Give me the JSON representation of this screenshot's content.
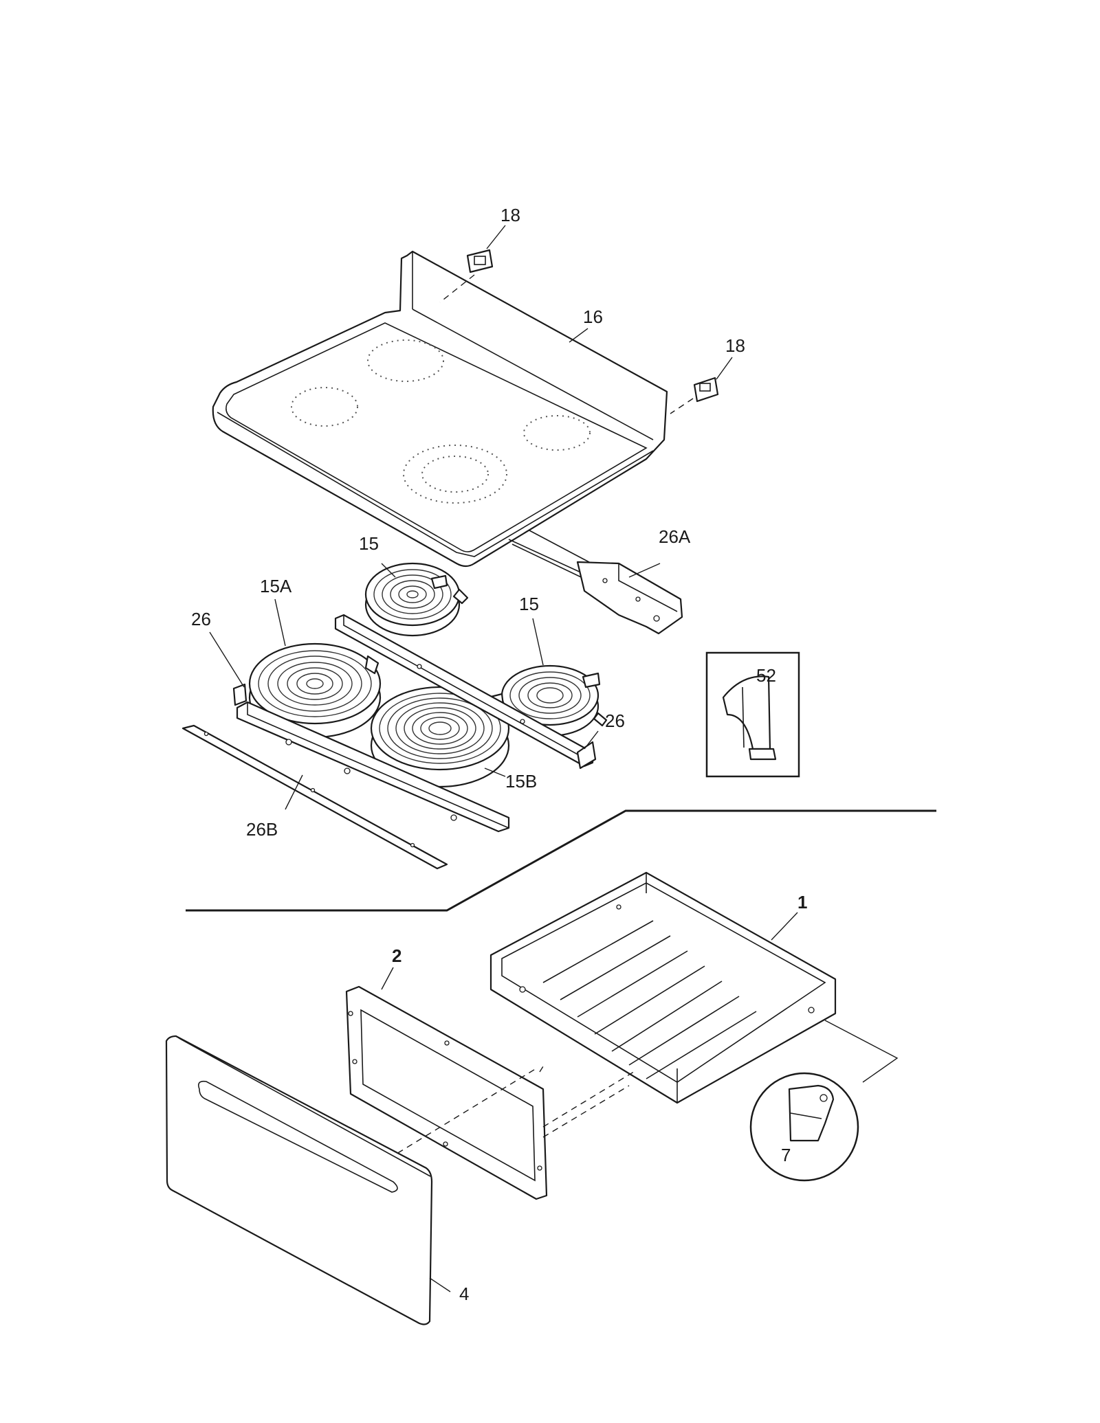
{
  "callouts": {
    "c18a": "18",
    "c16": "16",
    "c18b": "18",
    "c26a": "26A",
    "c15a": "15",
    "c15A": "15A",
    "c26a_left": "26",
    "c15b": "15",
    "c52": "52",
    "c26_right": "26",
    "c15B": "15B",
    "c26B": "26B",
    "c1": "1",
    "c2": "2",
    "c7": "7",
    "c4": "4"
  },
  "colors": {
    "line": "#1a1a1a",
    "background": "#ffffff"
  }
}
